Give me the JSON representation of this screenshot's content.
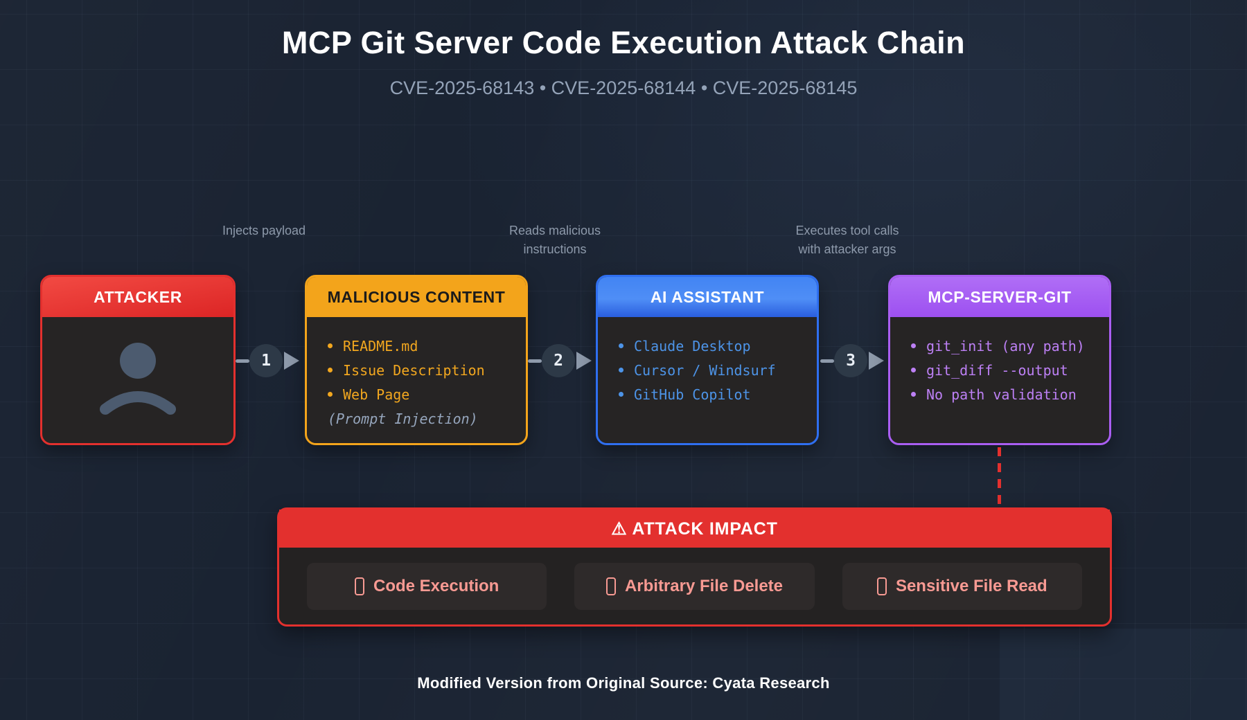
{
  "header": {
    "title": "MCP Git Server Code Execution Attack Chain",
    "subtitle": "CVE-2025-68143 • CVE-2025-68144 • CVE-2025-68145"
  },
  "flow_labels": {
    "step1": "Injects payload",
    "step2": "Reads malicious\ninstructions",
    "step3": "Executes tool calls\nwith attacker args"
  },
  "connectors": {
    "step1": "1",
    "step2": "2",
    "step3": "3"
  },
  "cards": {
    "attacker": {
      "title": "ATTACKER",
      "icon": "person-frown-icon"
    },
    "malicious": {
      "title": "MALICIOUS CONTENT",
      "items": [
        "README.md",
        "Issue Description",
        "Web Page"
      ],
      "note": "(Prompt Injection)"
    },
    "assistant": {
      "title": "AI ASSISTANT",
      "items": [
        "Claude Desktop",
        "Cursor / Windsurf",
        "GitHub Copilot"
      ]
    },
    "mcp": {
      "title": "MCP-SERVER-GIT",
      "items": [
        "git_init (any path)",
        "git_diff --output",
        "No path validation"
      ]
    }
  },
  "impact": {
    "title": "⚠ ATTACK IMPACT",
    "items": [
      "Code Execution",
      "Arbitrary File Delete",
      "Sensitive File Read"
    ]
  },
  "footer": {
    "credit": "Modified Version from Original Source: Cyata Research"
  },
  "colors": {
    "bg": "#1a2332",
    "card_body": "#262424",
    "red": "#e3302e",
    "orange": "#f3a41b",
    "blue": "#2f6ff0",
    "purple": "#a95ef2",
    "salmon": "#f89a93",
    "slate": "#8e9aab",
    "text_muted": "#94a3b8"
  }
}
